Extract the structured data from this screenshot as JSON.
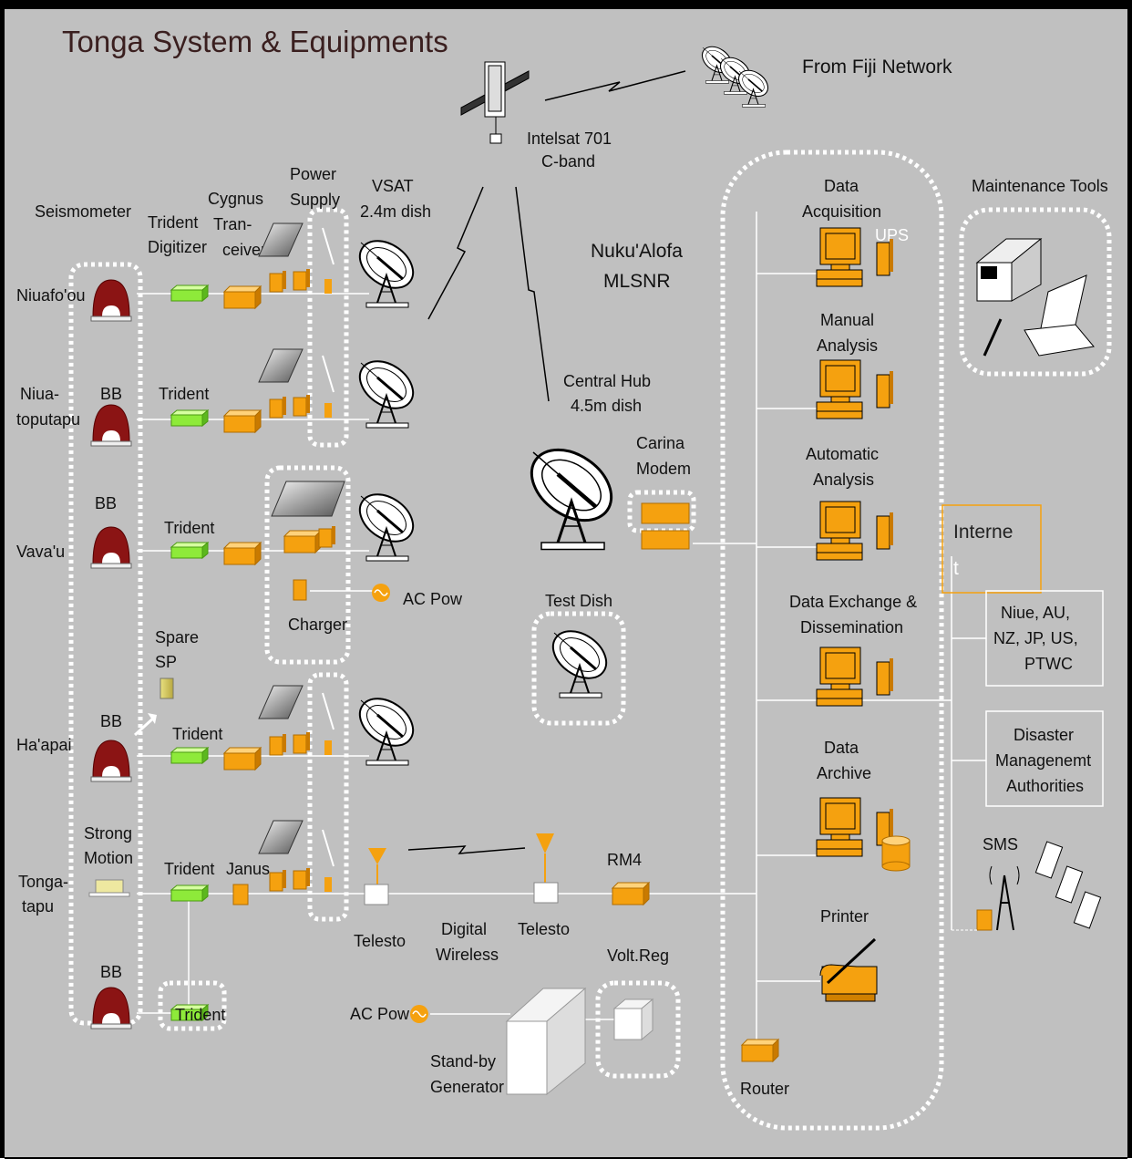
{
  "title": "Tonga System & Equipments",
  "satellite": {
    "label_line1": "Intelsat 701",
    "label_line2": "C-band"
  },
  "fiji": "From Fiji Network",
  "hub": {
    "city": "Nuku'Alofa",
    "station": "MLSNR",
    "central_hub_line1": "Central Hub",
    "central_hub_line2": "4.5m dish",
    "carina_line1": "Carina",
    "carina_line2": "Modem",
    "test_dish": "Test Dish"
  },
  "column_headers": {
    "seismometer": "Seismometer",
    "trident_digitizer_line1": "Trident",
    "trident_digitizer_line2": "Digitizer",
    "cygnus_line1": "Cygnus",
    "cygnus_line2": "Tran-",
    "cygnus_line3": "ceiver",
    "power_line1": "Power",
    "power_line2": "Supply",
    "vsat_line1": "VSAT",
    "vsat_line2": "2.4m dish"
  },
  "stations": {
    "niuafoou": "Niuafo'ou",
    "niuatoputapu_line1": "Niua-",
    "niuatoputapu_line2": "toputapu",
    "vavau": "Vava'u",
    "haapai": "Ha'apai",
    "tongatapu_line1": "Tonga-",
    "tongatapu_line2": "tapu"
  },
  "equipment_labels": {
    "bb": "BB",
    "trident": "Trident",
    "charger": "Charger",
    "ac_pow": "AC Pow",
    "spare_line1": "Spare",
    "spare_line2": "SP",
    "strong_line1": "Strong",
    "strong_line2": "Motion",
    "janus": "Janus",
    "telesto": "Telesto",
    "digital_line1": "Digital",
    "digital_line2": "Wireless",
    "rm4": "RM4",
    "volt_reg": "Volt.Reg",
    "standby_line1": "Stand-by",
    "standby_line2": "Generator"
  },
  "center": {
    "data_acq_line1": "Data",
    "data_acq_line2": "Acquisition",
    "ups": "UPS",
    "manual_line1": "Manual",
    "manual_line2": "Analysis",
    "auto_line1": "Automatic",
    "auto_line2": "Analysis",
    "exchange_line1": "Data Exchange &",
    "exchange_line2": "Dissemination",
    "archive_line1": "Data",
    "archive_line2": "Archive",
    "printer": "Printer",
    "router": "Router"
  },
  "right": {
    "maintenance": "Maintenance Tools",
    "internet_line1": "Interne",
    "internet_line2": "t",
    "partners_line1": "Niue, AU,",
    "partners_line2": "NZ, JP, US,",
    "partners_line3": "PTWC",
    "disaster_line1": "Disaster",
    "disaster_line2": "Managenemt",
    "disaster_line3": "Authorities",
    "sms": "SMS"
  },
  "colors": {
    "background": "#c0c0c0",
    "orange": "#f5a10f",
    "green": "#8eea3a",
    "maroon": "#8b1414",
    "frame": "#000000"
  }
}
